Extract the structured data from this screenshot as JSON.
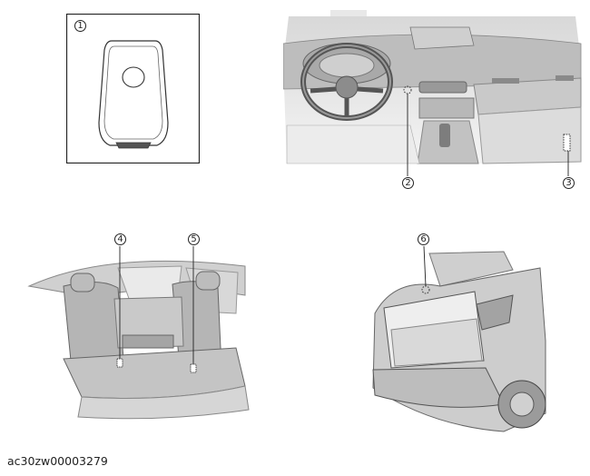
{
  "callouts": {
    "c1": "1",
    "c2": "2",
    "c3": "3",
    "c4": "4",
    "c5": "5",
    "c6": "6"
  },
  "icons": {
    "key": "smart-key-icon",
    "dashboard": "dashboard-interior-icon",
    "rear_seat": "rear-seat-interior-icon",
    "cargo": "cargo-area-icon"
  },
  "caption": "ac30zw00003279"
}
